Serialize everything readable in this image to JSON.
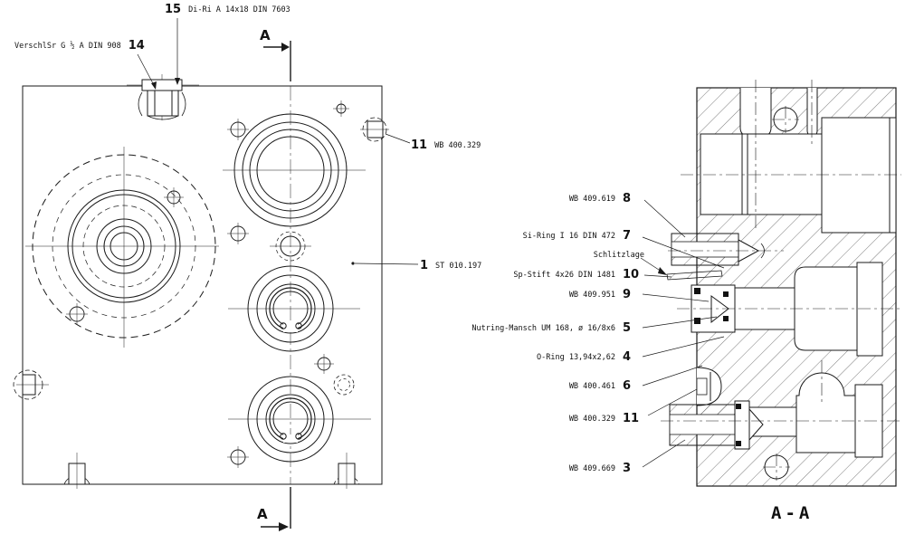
{
  "page": {
    "background": "#ffffff",
    "line_color": "#1a1a1a"
  },
  "section": {
    "marker_letter": "A",
    "section_title": "A-A"
  },
  "callouts": {
    "top": {
      "num": "15",
      "text": "Di-Ri A 14x18 DIN 7603"
    },
    "top_left": {
      "text": "VerschlSr G ½ A DIN 908",
      "num": "14"
    },
    "front_view": [
      {
        "num": "11",
        "text": "WB 400.329"
      },
      {
        "num": "1",
        "text": "ST 010.197"
      }
    ],
    "section_view": [
      {
        "text": "WB 409.619",
        "num": "8"
      },
      {
        "text": "Si-Ring I 16 DIN 472",
        "num": "7"
      },
      {
        "text": "Schlitzlage",
        "num": ""
      },
      {
        "text": "Sp-Stift 4x26 DIN 1481",
        "num": "10"
      },
      {
        "text": "WB 409.951",
        "num": "9"
      },
      {
        "text": "Nutring-Mansch UM 168, ø 16/8x6",
        "num": "5"
      },
      {
        "text": "O-Ring 13,94x2,62",
        "num": "4"
      },
      {
        "text": "WB 400.461",
        "num": "6"
      },
      {
        "text": "WB 400.329",
        "num": "11"
      },
      {
        "text": "WB 409.669",
        "num": "3"
      }
    ]
  }
}
